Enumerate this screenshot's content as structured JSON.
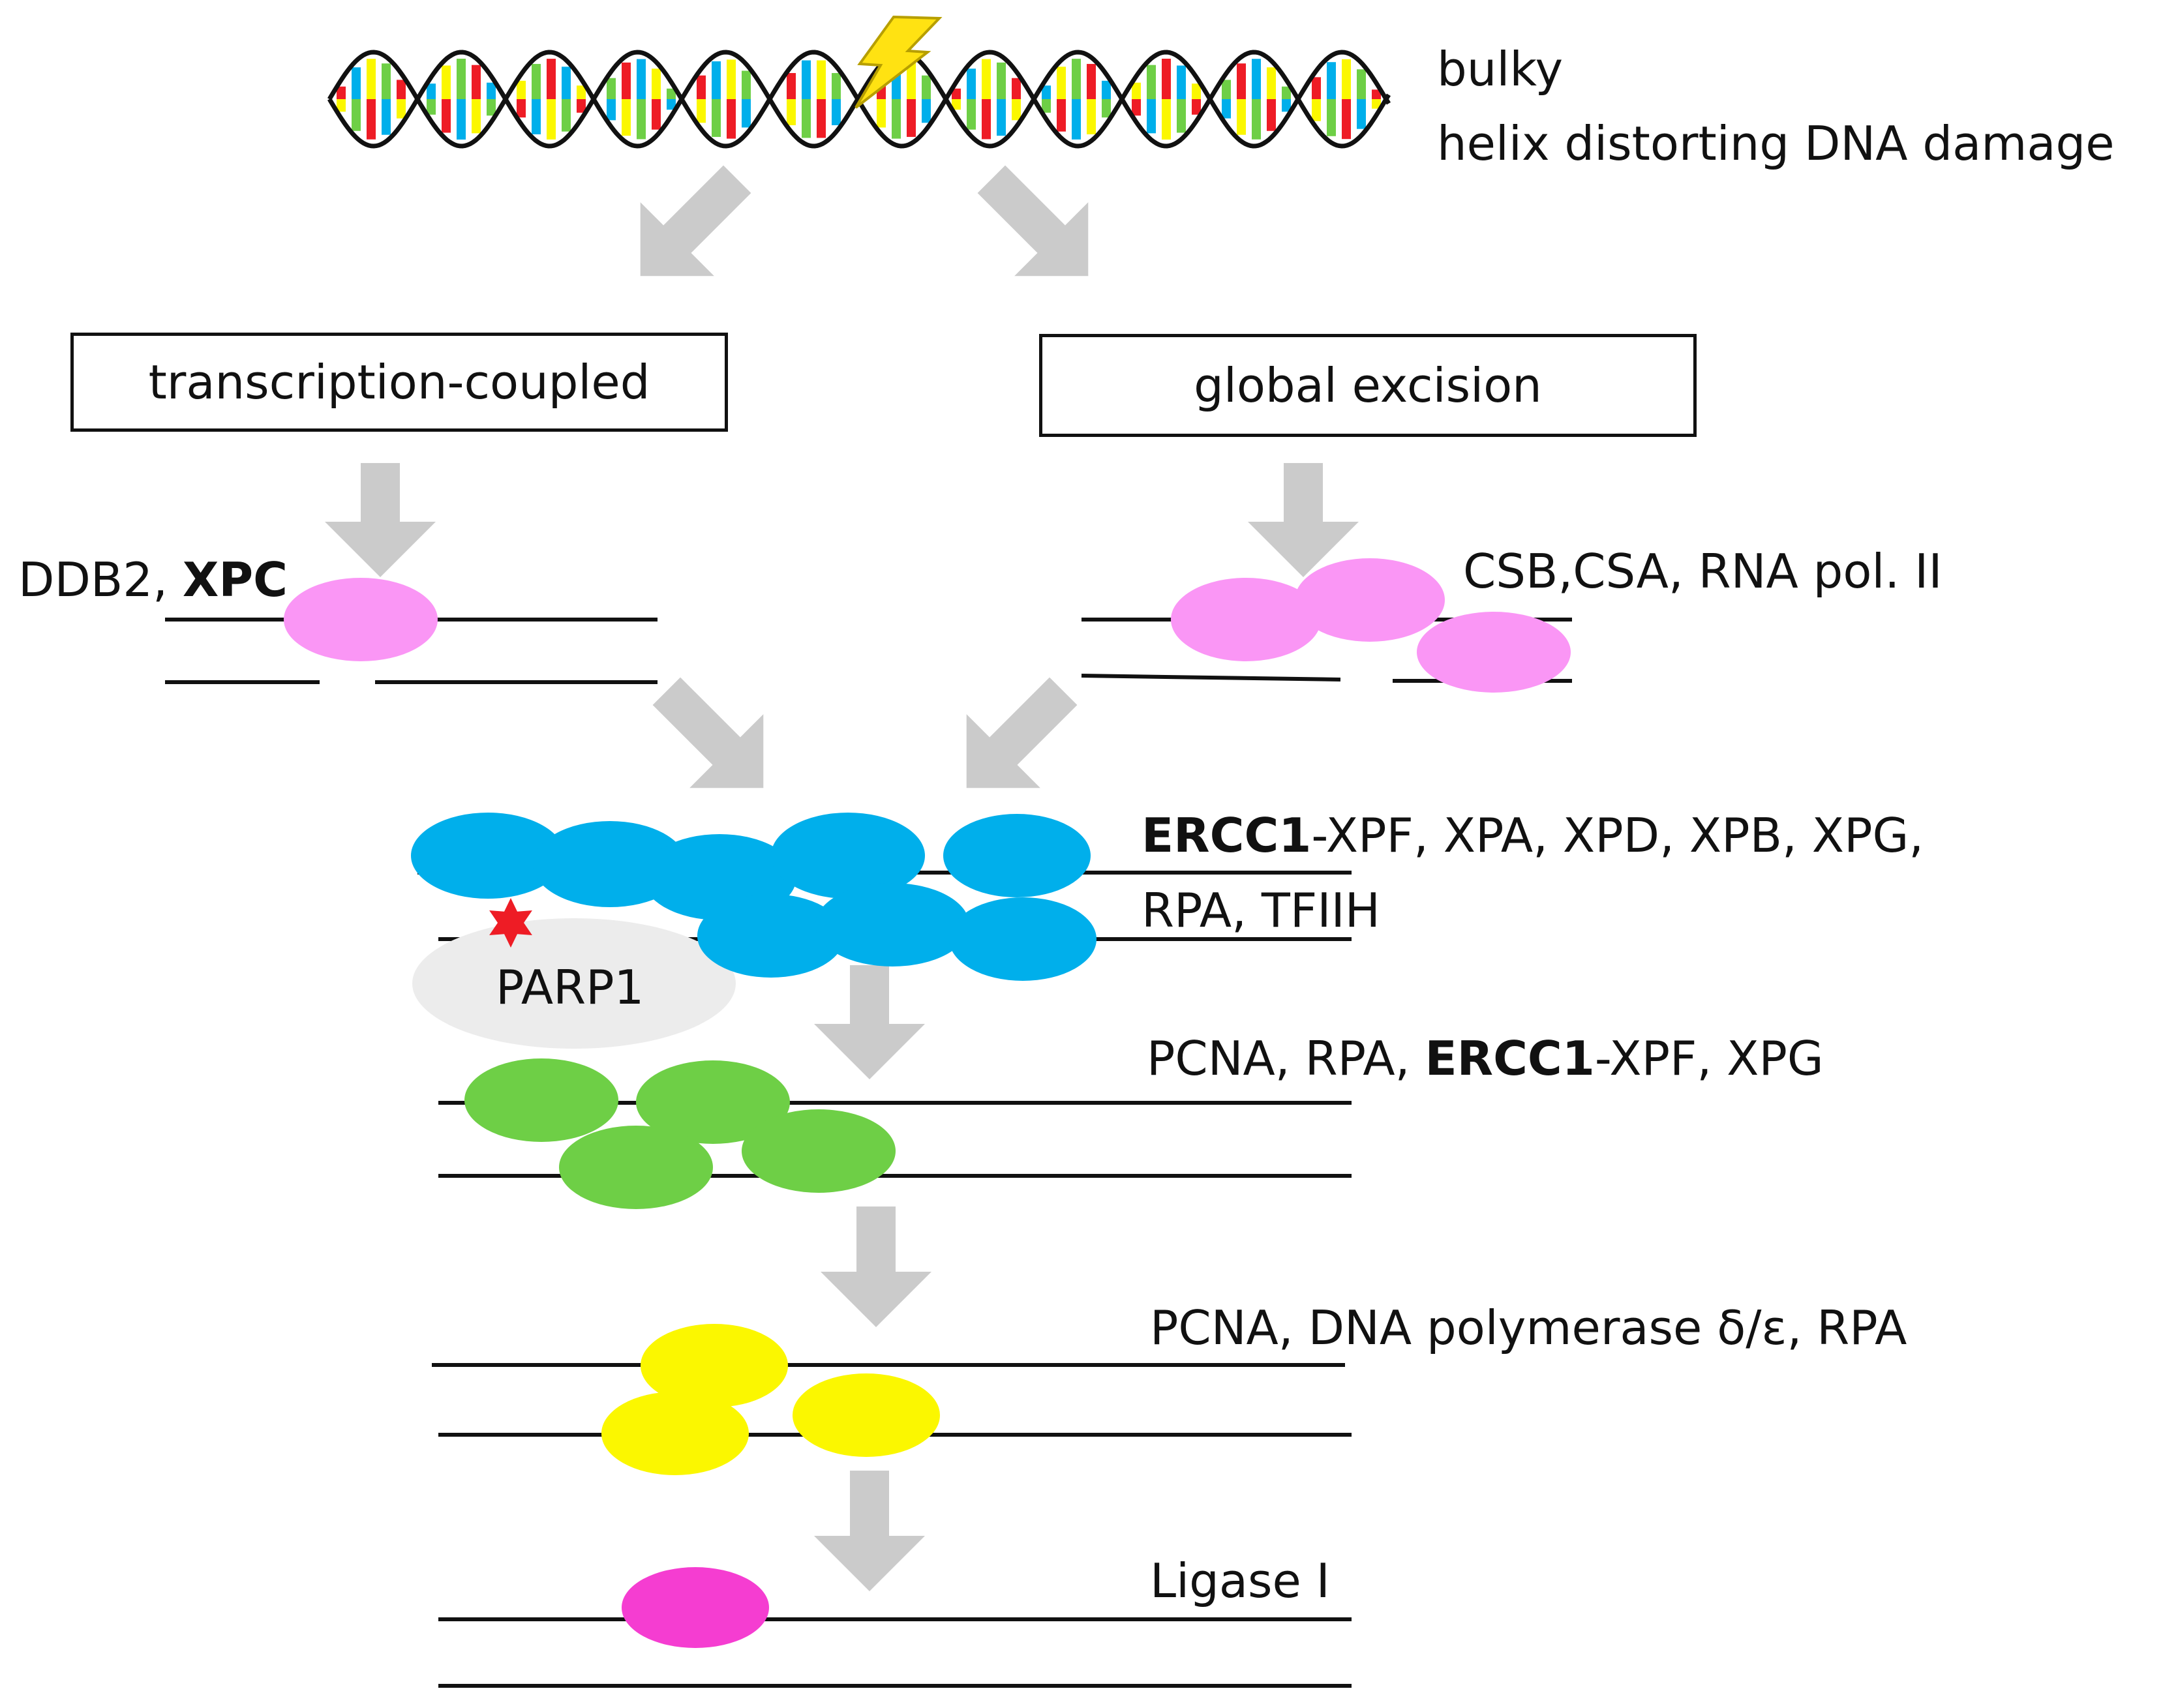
{
  "damage": {
    "line1": "bulky",
    "line2": "helix distorting DNA damage"
  },
  "pathways": {
    "left": "transcription-coupled",
    "right": "global excision"
  },
  "steps": {
    "left_recognition": {
      "bold": "XPC",
      "prefix": "DDB2, "
    },
    "right_recognition": "CSB,CSA, RNA pol. II",
    "incision_line1": {
      "bold": "ERCC1",
      "rest": "-XPF, XPA, XPD, XPB, XPG,"
    },
    "incision_line2": "RPA, TFIIH",
    "parp": "PARP1",
    "excision": {
      "prefix": "PCNA, RPA, ",
      "bold": "ERCC1",
      "rest": "-XPF, XPG"
    },
    "synthesis": "PCNA, DNA polymerase δ/ε, RPA",
    "ligation": "Ligase I"
  },
  "colors": {
    "recognition": "#fa96f5",
    "incision": "#00afeb",
    "excision": "#6ecf46",
    "synthesis": "#fbf700",
    "ligation": "#f53dd1",
    "parp": "#ececec",
    "arrow": "#cbcbcb",
    "star": "#ee1c25",
    "bolt": "#ffe212"
  }
}
